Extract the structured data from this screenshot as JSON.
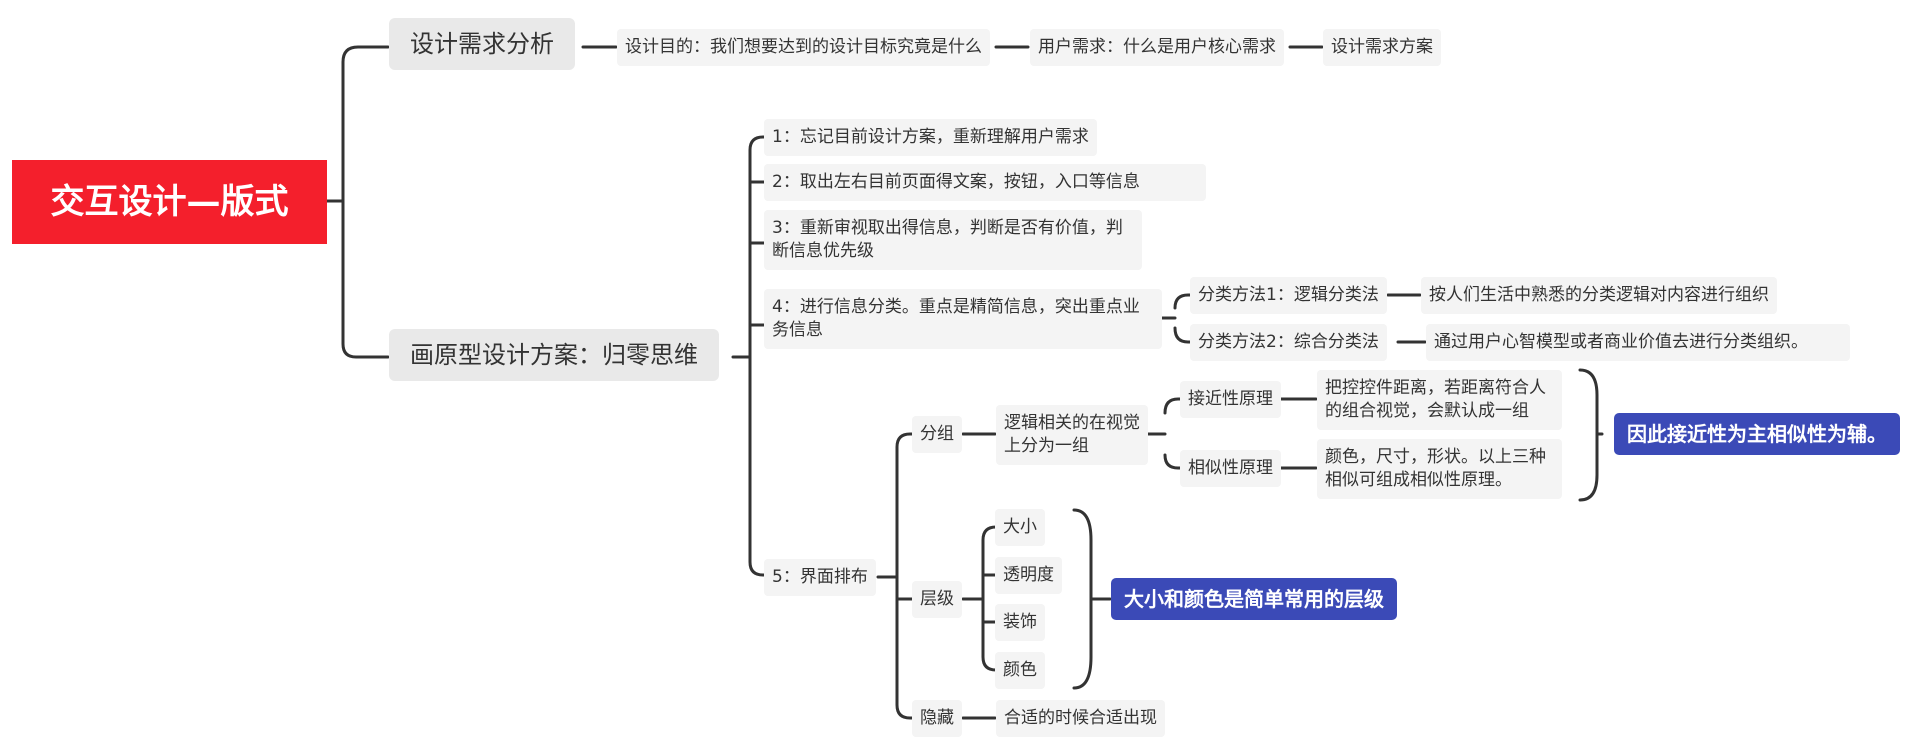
{
  "root": "交互设计—版式",
  "branch_1": {
    "label": "设计需求分析",
    "chain": [
      "设计目的：我们想要达到的设计目标究竟是什么",
      "用户需求：什么是用户核心需求",
      "设计需求方案"
    ]
  },
  "branch_2": {
    "label": "画原型设计方案：归零思维",
    "step1": "1：忘记目前设计方案，重新理解用户需求",
    "step2": "2：取出左右目前页面得文案，按钮，入口等信息",
    "step3": "3：重新审视取出得信息，判断是否有价值，判断信息优先级",
    "step4": {
      "label": "4：进行信息分类。重点是精简信息，突出重点业务信息",
      "method1": "分类方法1：逻辑分类法",
      "method1_detail": "按人们生活中熟悉的分类逻辑对内容进行组织",
      "method2": "分类方法2：综合分类法",
      "method2_detail": "通过用户心智模型或者商业价值去进行分类组织。"
    },
    "step5": {
      "label": "5：界面排布",
      "group": {
        "label": "分组",
        "desc": "逻辑相关的在视觉上分为一组",
        "principle1": "接近性原理",
        "principle1_detail": "把控控件距离，若距离符合人的组合视觉，会默认成一组",
        "principle2": "相似性原理",
        "principle2_detail": "颜色，尺寸，形状。以上三种相似可组成相似性原理。",
        "summary": "因此接近性为主相似性为辅。"
      },
      "hierarchy": {
        "label": "层级",
        "items": [
          "大小",
          "透明度",
          "装饰",
          "颜色"
        ],
        "summary": "大小和颜色是简单常用的层级"
      },
      "hide": {
        "label": "隐藏",
        "desc": "合适的时候合适出现"
      }
    }
  },
  "colors": {
    "root": "#f41f2c",
    "summary": "#3b4ab7",
    "node_fill": "#f4f4f4",
    "line": "#333333"
  }
}
